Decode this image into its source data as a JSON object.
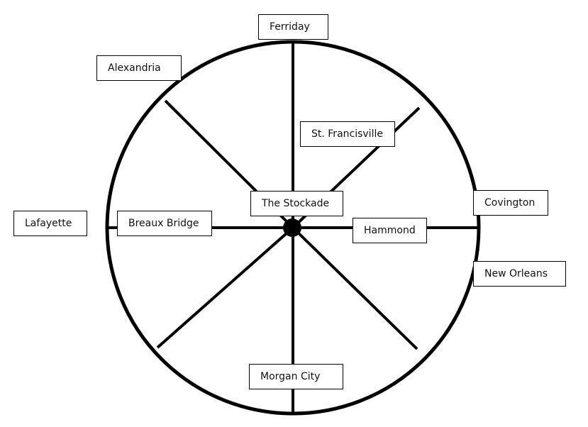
{
  "colors": {
    "line": "#000000",
    "box_border": "#000000",
    "background": "#ffffff",
    "text": "#111111"
  },
  "labels": {
    "ferriday": "Ferriday",
    "alexandria": "Alexandria",
    "st_francisville": "St. Francisville",
    "covington": "Covington",
    "lafayette": "Lafayette",
    "breaux_bridge": "Breaux Bridge",
    "the_stockade": "The Stockade",
    "hammond": "Hammond",
    "new_orleans": "New Orleans",
    "morgan_city": "Morgan City"
  }
}
